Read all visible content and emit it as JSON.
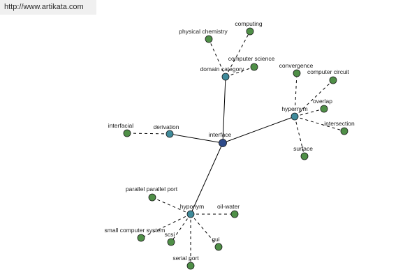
{
  "banner": {
    "url": "http://www.artikata.com"
  },
  "colors": {
    "root": "#2d4a8a",
    "relation": "#3f8a9a",
    "leaf": "#4f8f47",
    "edge": "#000000"
  },
  "graph": {
    "nodes": [
      {
        "id": "interface",
        "label": "interface",
        "kind": "root"
      },
      {
        "id": "domain-category",
        "label": "domain category",
        "kind": "relation"
      },
      {
        "id": "derivation",
        "label": "derivation",
        "kind": "relation"
      },
      {
        "id": "hypernym",
        "label": "hypernym",
        "kind": "relation"
      },
      {
        "id": "hyponym",
        "label": "hyponym",
        "kind": "relation"
      },
      {
        "id": "physical-chemistry",
        "label": "physical chemistry",
        "kind": "leaf"
      },
      {
        "id": "computing",
        "label": "computing",
        "kind": "leaf"
      },
      {
        "id": "computer-science",
        "label": "computer science",
        "kind": "leaf"
      },
      {
        "id": "interfacial",
        "label": "interfacial",
        "kind": "leaf"
      },
      {
        "id": "convergence",
        "label": "convergence",
        "kind": "leaf"
      },
      {
        "id": "computer-circuit",
        "label": "computer circuit",
        "kind": "leaf"
      },
      {
        "id": "overlap",
        "label": "overlap",
        "kind": "leaf"
      },
      {
        "id": "intersection",
        "label": "intersection",
        "kind": "leaf"
      },
      {
        "id": "surface",
        "label": "surface",
        "kind": "leaf"
      },
      {
        "id": "parallel-parallel-port",
        "label": "parallel parallel port",
        "kind": "leaf"
      },
      {
        "id": "oil-water",
        "label": "oil-water",
        "kind": "leaf"
      },
      {
        "id": "small-computer-system",
        "label": "small computer system",
        "kind": "leaf"
      },
      {
        "id": "scsi",
        "label": "scsi",
        "kind": "leaf"
      },
      {
        "id": "gui",
        "label": "gui",
        "kind": "leaf"
      },
      {
        "id": "serial-port",
        "label": "serial port",
        "kind": "leaf"
      }
    ],
    "edges": [
      {
        "from": "interface",
        "to": "domain-category",
        "style": "solid"
      },
      {
        "from": "interface",
        "to": "derivation",
        "style": "solid"
      },
      {
        "from": "interface",
        "to": "hypernym",
        "style": "solid"
      },
      {
        "from": "interface",
        "to": "hyponym",
        "style": "solid"
      },
      {
        "from": "domain-category",
        "to": "physical-chemistry",
        "style": "dashed"
      },
      {
        "from": "domain-category",
        "to": "computing",
        "style": "dashed"
      },
      {
        "from": "domain-category",
        "to": "computer-science",
        "style": "dashed"
      },
      {
        "from": "derivation",
        "to": "interfacial",
        "style": "dashed"
      },
      {
        "from": "hypernym",
        "to": "convergence",
        "style": "dashed"
      },
      {
        "from": "hypernym",
        "to": "computer-circuit",
        "style": "dashed"
      },
      {
        "from": "hypernym",
        "to": "overlap",
        "style": "dashed"
      },
      {
        "from": "hypernym",
        "to": "intersection",
        "style": "dashed"
      },
      {
        "from": "hypernym",
        "to": "surface",
        "style": "dashed"
      },
      {
        "from": "hyponym",
        "to": "parallel-parallel-port",
        "style": "dashed"
      },
      {
        "from": "hyponym",
        "to": "oil-water",
        "style": "dashed"
      },
      {
        "from": "hyponym",
        "to": "small-computer-system",
        "style": "dashed"
      },
      {
        "from": "hyponym",
        "to": "scsi",
        "style": "dashed"
      },
      {
        "from": "hyponym",
        "to": "gui",
        "style": "dashed"
      },
      {
        "from": "hyponym",
        "to": "serial-port",
        "style": "dashed"
      }
    ]
  }
}
